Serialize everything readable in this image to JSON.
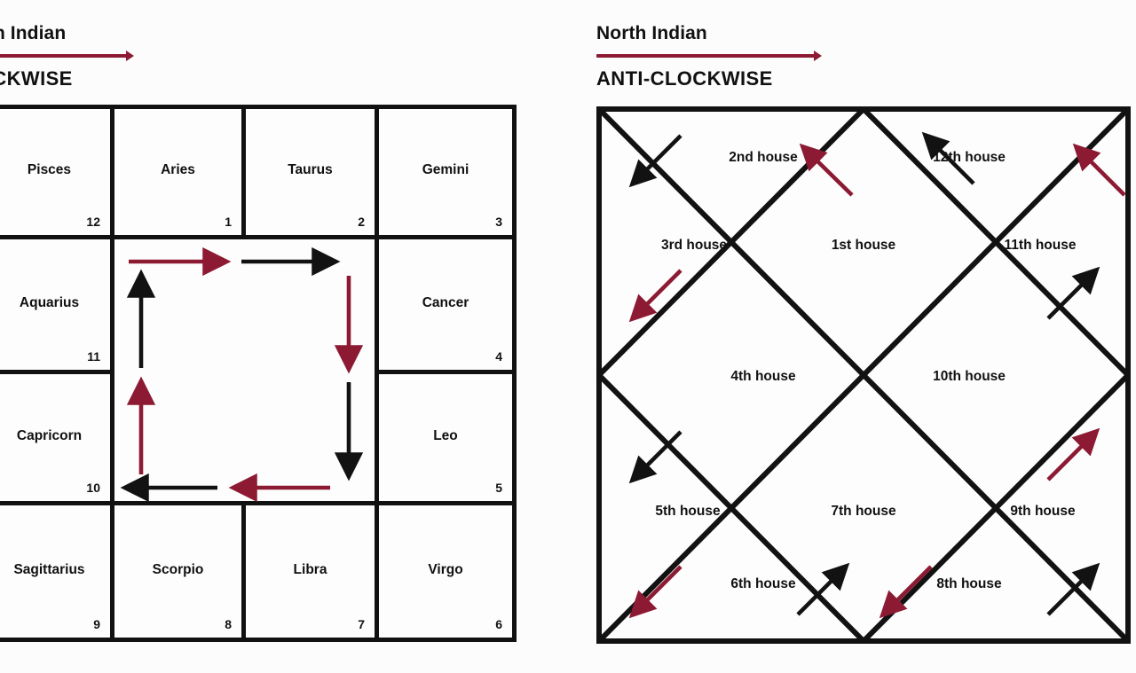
{
  "south": {
    "chart_name": "outh Indian",
    "direction": "LOCKWISE",
    "accent_color": "#8d1a33",
    "cells": [
      {
        "sign": "Pisces",
        "number": "12"
      },
      {
        "sign": "Aries",
        "number": "1"
      },
      {
        "sign": "Taurus",
        "number": "2"
      },
      {
        "sign": "Gemini",
        "number": "3"
      },
      {
        "sign": "Aquarius",
        "number": "11"
      },
      {
        "sign": "Cancer",
        "number": "4"
      },
      {
        "sign": "Capricorn",
        "number": "10"
      },
      {
        "sign": "Leo",
        "number": "5"
      },
      {
        "sign": "Sagittarius",
        "number": "9"
      },
      {
        "sign": "Scorpio",
        "number": "8"
      },
      {
        "sign": "Libra",
        "number": "7"
      },
      {
        "sign": "Virgo",
        "number": "6"
      }
    ]
  },
  "north": {
    "chart_name": "North Indian",
    "direction": "ANTI-CLOCKWISE",
    "accent_color": "#8d1a33",
    "houses": [
      {
        "label": "1st house"
      },
      {
        "label": "2nd house"
      },
      {
        "label": "3rd house"
      },
      {
        "label": "4th house"
      },
      {
        "label": "5th house"
      },
      {
        "label": "6th house"
      },
      {
        "label": "7th house"
      },
      {
        "label": "8th house"
      },
      {
        "label": "9th house"
      },
      {
        "label": "10th house"
      },
      {
        "label": "11th house"
      },
      {
        "label": "12th house"
      }
    ]
  }
}
